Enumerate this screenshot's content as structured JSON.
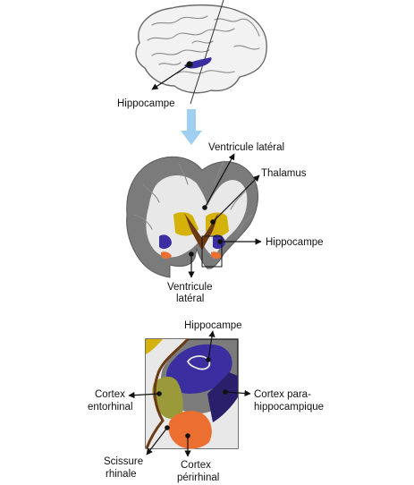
{
  "labels": {
    "top_hippocampus": "Hippocampe",
    "lateral_ventricle_top": "Ventricule latéral",
    "thalamus": "Thalamus",
    "coronal_hippocampus": "Hippocampe",
    "lateral_ventricle_bottom_line1": "Ventricule",
    "lateral_ventricle_bottom_line2": "latéral",
    "detail_hippocampus": "Hippocampe",
    "entorhinal_line1": "Cortex",
    "entorhinal_line2": "entorhinal",
    "parahippocampal_line1": "Cortex para-",
    "parahippocampal_line2": "hippocampique",
    "rhinal_line1": "Scissure",
    "rhinal_line2": "rhinale",
    "perirhinal_line1": "Cortex",
    "perirhinal_line2": "périrhinal"
  },
  "colors": {
    "hippocampus": "#3a2ea0",
    "thalamus": "#d4b20a",
    "entorhinal": "#9a9a3a",
    "perirhinal": "#ec6f32",
    "parahippocampal": "#2a1f6b",
    "white_matter": "#e8e8e8",
    "gray_matter": "#7b7b7b",
    "rhinal_sulcus": "#6b3a14",
    "arrow": "#9fd0f2"
  }
}
